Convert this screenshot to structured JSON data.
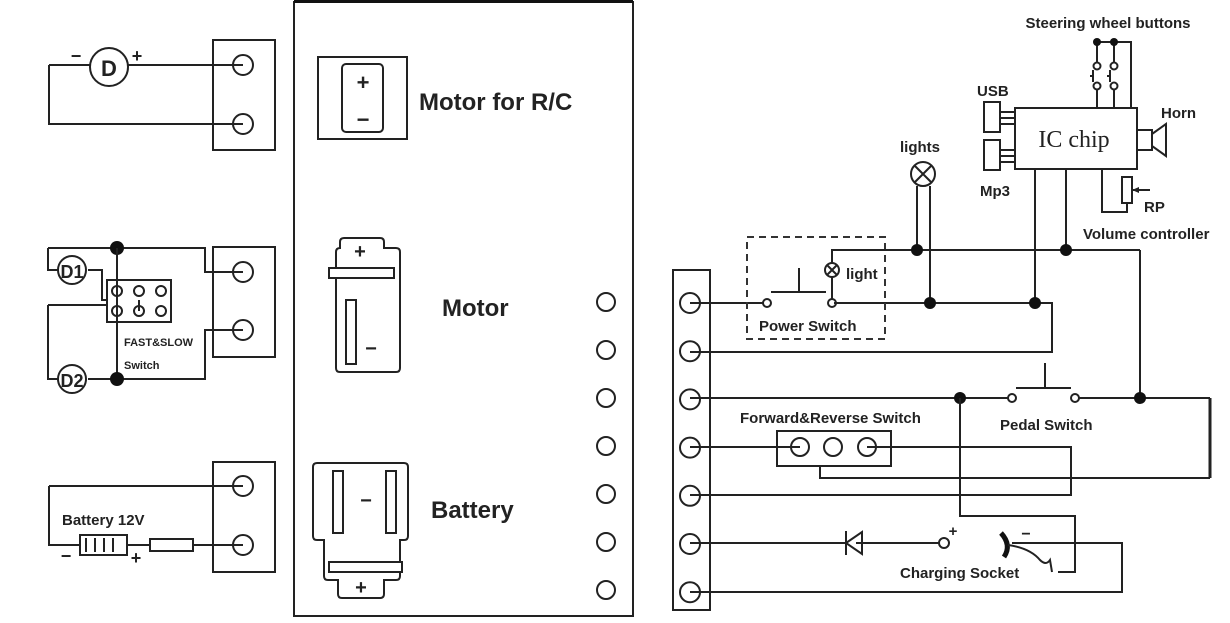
{
  "left_panel": {
    "motor_single": {
      "symbol": "D",
      "minus": "−",
      "plus": "+"
    },
    "dual_motor": {
      "d1": "D1",
      "d2": "D2",
      "switch_label_1": "FAST&SLOW",
      "switch_label_2": "Switch"
    },
    "battery": {
      "label": "Battery 12V",
      "minus": "−",
      "plus": "+"
    }
  },
  "center_panel": {
    "connectors": [
      {
        "label": "Motor for R/C",
        "plus": "+",
        "minus": "−"
      },
      {
        "label": "Motor",
        "plus": "+",
        "minus": "−"
      },
      {
        "label": "Battery",
        "plus": "+",
        "minus": "−"
      }
    ],
    "terminal_count": 7
  },
  "right_panel": {
    "steering_buttons_label": "Steering wheel buttons",
    "usb_label": "USB",
    "mp3_label": "Mp3",
    "ic_label": "IC chip",
    "horn_label": "Horn",
    "rp_label": "RP",
    "volume_label": "Volume controller",
    "lights_label": "lights",
    "light_label": "light",
    "power_switch_label": "Power Switch",
    "pedal_switch_label": "Pedal Switch",
    "fr_switch_label": "Forward&Reverse Switch",
    "charging_socket_label": "Charging Socket",
    "charge_plus": "+",
    "charge_minus": "−",
    "terminal_count": 7
  }
}
